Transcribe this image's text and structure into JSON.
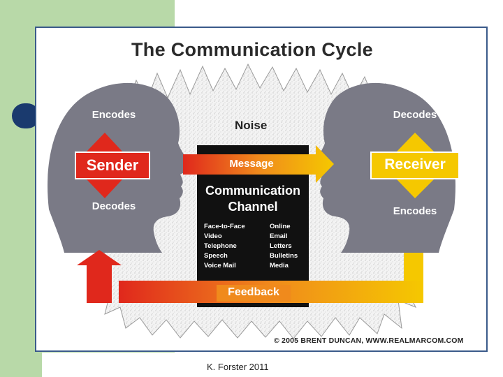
{
  "slide": {
    "title": "The Communication Cycle",
    "footer": "K. Forster 2011"
  },
  "diagram": {
    "sender_top": "Encodes",
    "sender": "Sender",
    "sender_bottom": "Decodes",
    "receiver_top": "Decodes",
    "receiver": "Receiver",
    "receiver_bottom": "Encodes",
    "noise": "Noise",
    "message": "Message",
    "channel_title": "Communication Channel",
    "channels_left": [
      "Face-to-Face",
      "Video",
      "Telephone",
      "Speech",
      "Voice Mail"
    ],
    "channels_right": [
      "Online",
      "Email",
      "Letters",
      "Bulletins",
      "Media"
    ],
    "feedback": "Feedback",
    "copyright": "© 2005 BRENT DUNCAN, WWW.REALMARCOM.COM"
  },
  "colors": {
    "head_fill": "#7a7a86",
    "sender_red": "#e0281c",
    "receiver_yellow": "#f5c800",
    "channel_black": "#111111",
    "slide_green": "#b8d9a8",
    "bullet_blue": "#1a3a6e"
  }
}
